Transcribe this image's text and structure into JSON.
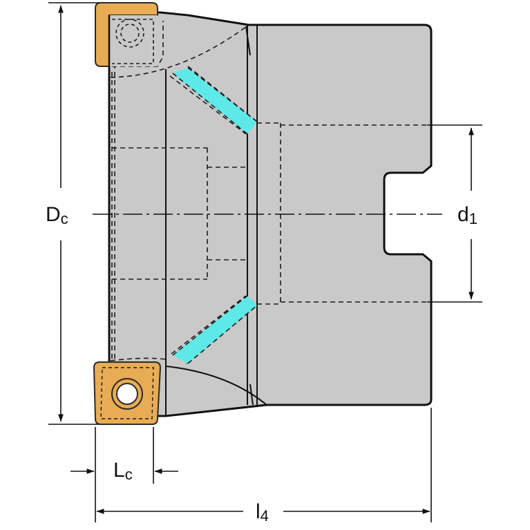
{
  "labels": {
    "dc": {
      "main": "D",
      "sub": "c"
    },
    "d1": {
      "main": "d",
      "sub": "1"
    },
    "lc": {
      "main": "L",
      "sub": "c"
    },
    "l4": {
      "main": "l",
      "sub": "4"
    }
  },
  "colors": {
    "body": "#c9c9c9",
    "body_outline": "#111111",
    "insert": "#e8ac55",
    "insert_outline": "#2a2a2a",
    "coolant": "#5ee8e8",
    "hidden_line": "#1a1a1a",
    "dimension_line": "#111111"
  },
  "icons": {
    "top_insert": "indexable-insert-hidden",
    "bottom_insert": "indexable-insert",
    "screw": "insert-screw-icon"
  }
}
